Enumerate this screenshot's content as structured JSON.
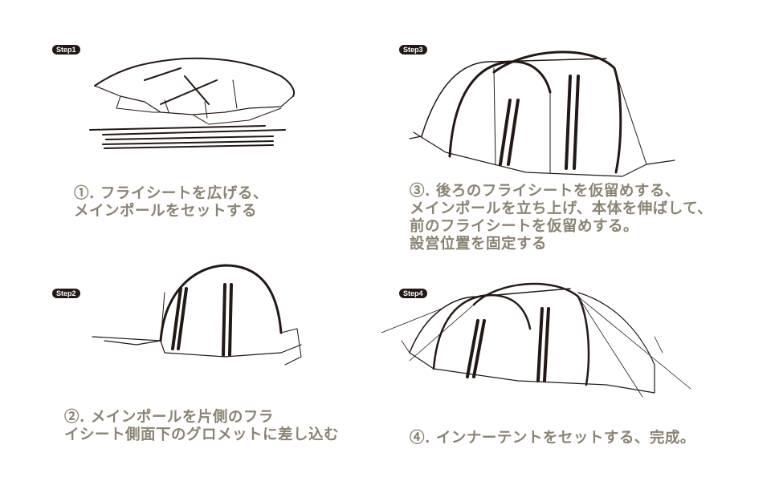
{
  "steps": [
    {
      "badge": "Step1",
      "lines": [
        "①. フライシートを広げる、",
        "メインポールをセットする"
      ]
    },
    {
      "badge": "Step2",
      "lines": [
        "②. メインポールを片側のフラ",
        "イシート側面下のグロメットに差し込む"
      ]
    },
    {
      "badge": "Step3",
      "lines": [
        "③. 後ろのフライシートを仮留めする、",
        "メインポールを立ち上げ、本体を伸ばして、",
        "前のフライシートを仮留めする。",
        "設営位置を固定する"
      ]
    },
    {
      "badge": "Step4",
      "lines": [
        "④. インナーテントをセットする、完成。"
      ]
    }
  ],
  "colors": {
    "caption": "#8b8372",
    "badge_bg": "#231815",
    "line": "#231815"
  }
}
